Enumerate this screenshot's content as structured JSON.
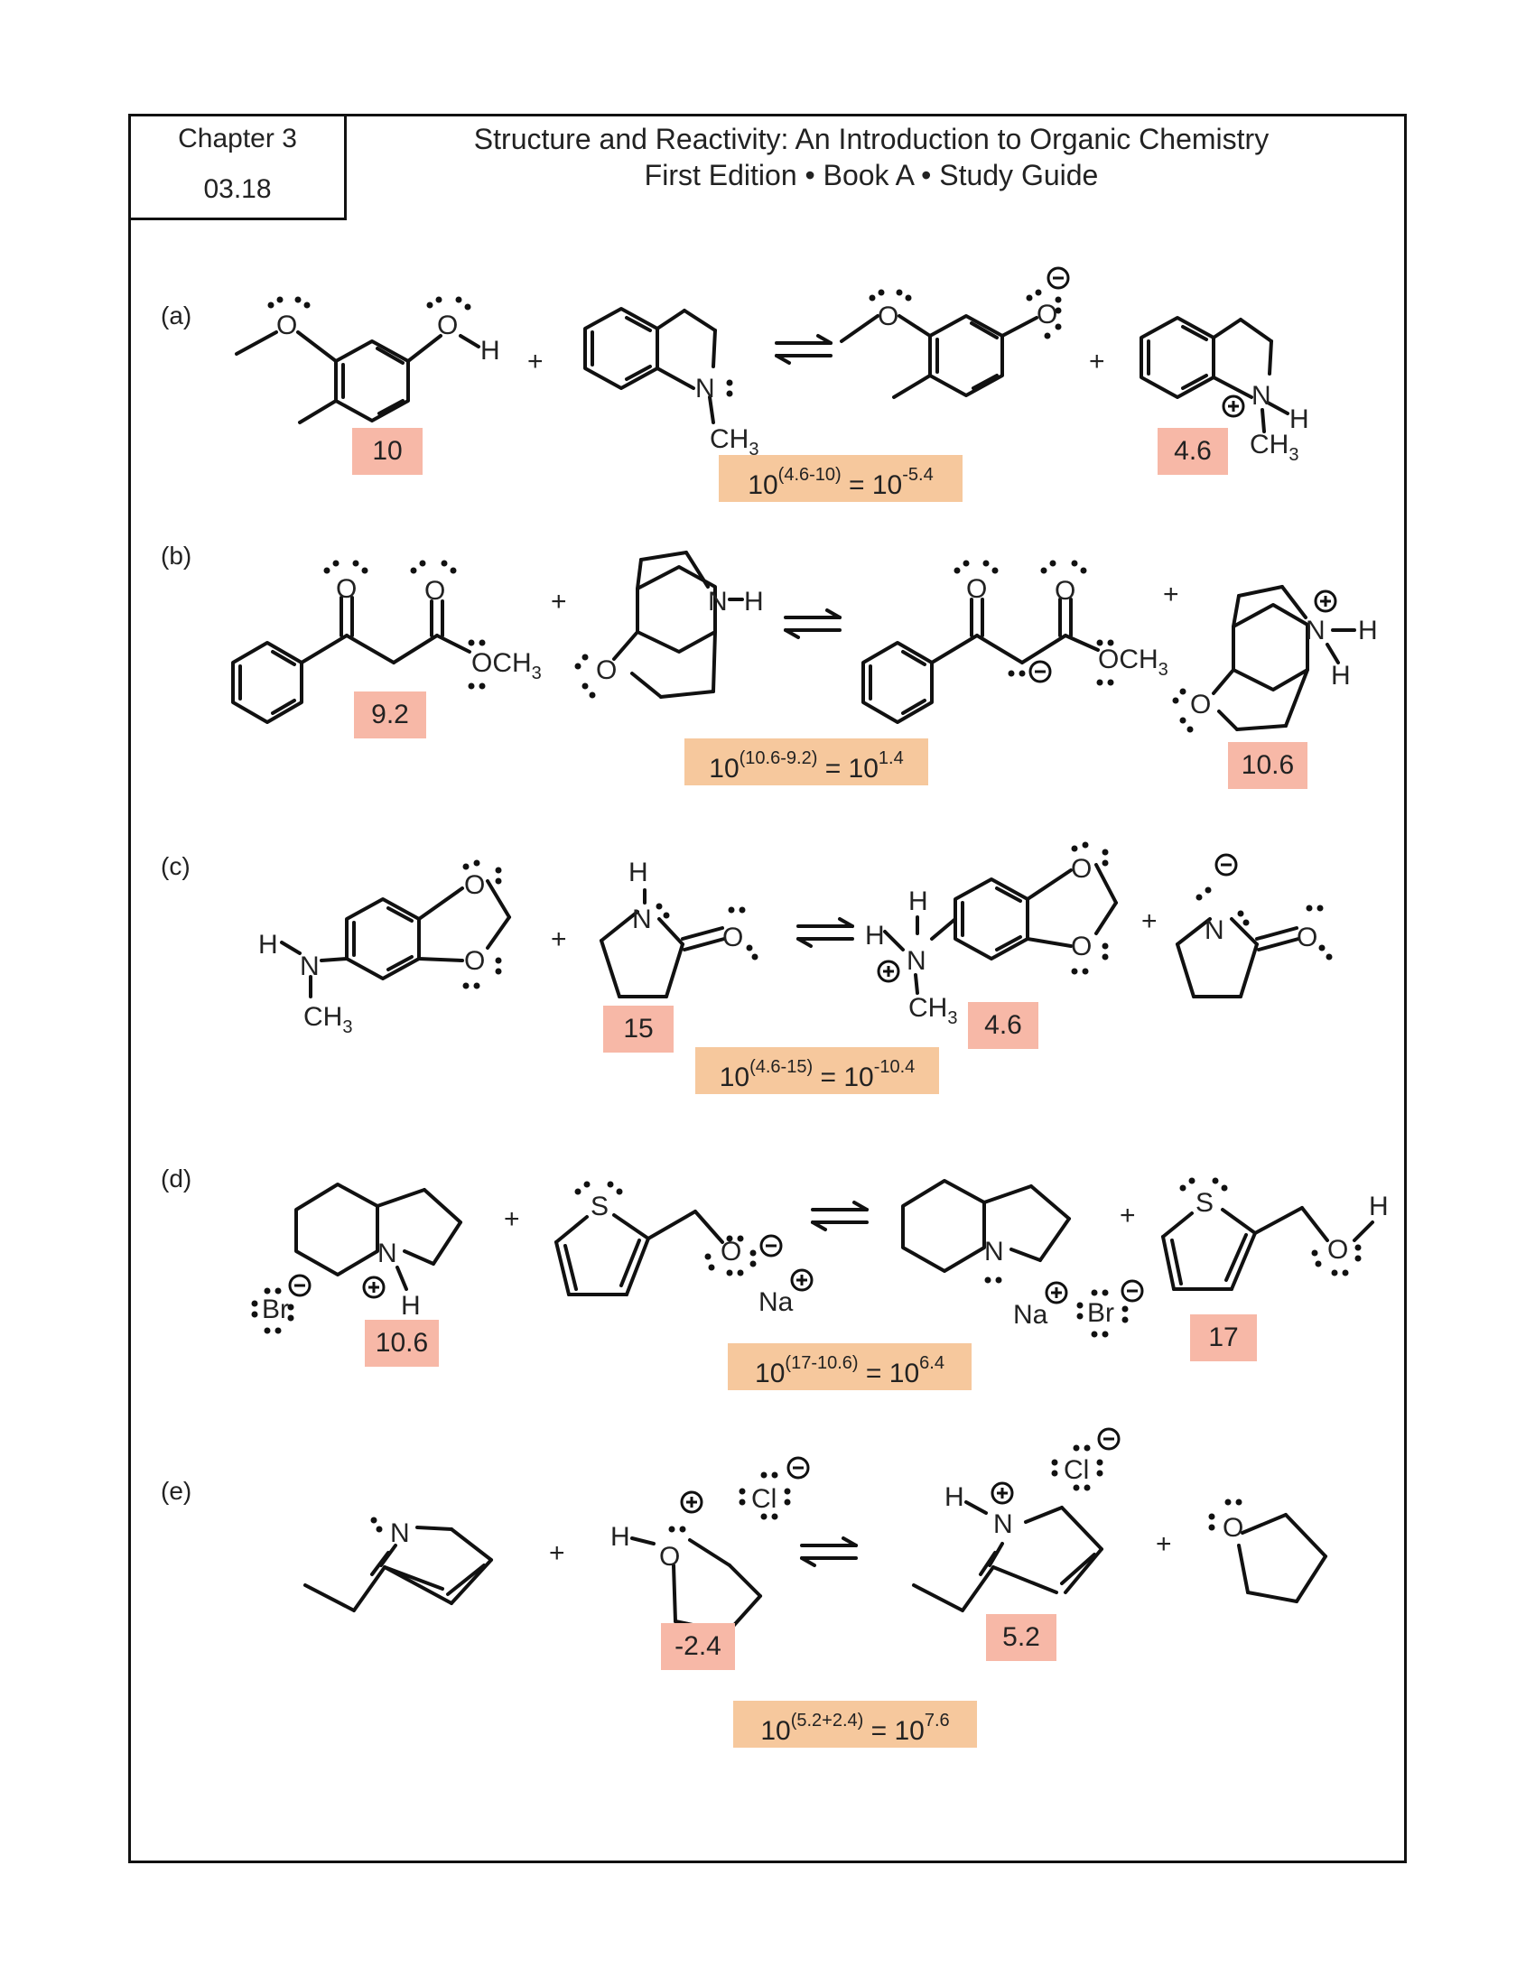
{
  "header": {
    "chapter": "Chapter 3",
    "section": "03.18",
    "title": "Structure and Reactivity: An Introduction to Organic Chemistry",
    "subtitle": "First Edition • Book A • Study Guide"
  },
  "problems": [
    {
      "label": "(a)",
      "pka_left": "10",
      "pka_right": "4.6",
      "keq_base": "10",
      "keq_exp": "(4.6-10)",
      "keq_eq": " = 10",
      "keq_result": "-5.4"
    },
    {
      "label": "(b)",
      "pka_left": "9.2",
      "pka_right": "10.6",
      "keq_base": "10",
      "keq_exp": "(10.6-9.2)",
      "keq_eq": " = 10",
      "keq_result": "1.4"
    },
    {
      "label": "(c)",
      "pka_left": "15",
      "pka_right": "4.6",
      "keq_base": "10",
      "keq_exp": "(4.6-15)",
      "keq_eq": " = 10",
      "keq_result": "-10.4"
    },
    {
      "label": "(d)",
      "pka_left": "10.6",
      "pka_right": "17",
      "keq_base": "10",
      "keq_exp": "(17-10.6)",
      "keq_eq": " = 10",
      "keq_result": "6.4"
    },
    {
      "label": "(e)",
      "pka_left": "-2.4",
      "pka_right": "5.2",
      "keq_base": "10",
      "keq_exp": "(5.2+2.4)",
      "keq_eq": " = 10",
      "keq_result": "7.6"
    }
  ],
  "atoms": {
    "O": "O",
    "OH": "O",
    "H": "H",
    "N": "N",
    "S": "S",
    "CH3": "CH",
    "sub3": "3",
    "OCH3": "OCH",
    "Na": "Na",
    "Br": "Br",
    "Cl": "Cl",
    "plus": "+"
  },
  "colors": {
    "pka_box": "#f7b8a7",
    "keq_box": "#f6c89d"
  }
}
